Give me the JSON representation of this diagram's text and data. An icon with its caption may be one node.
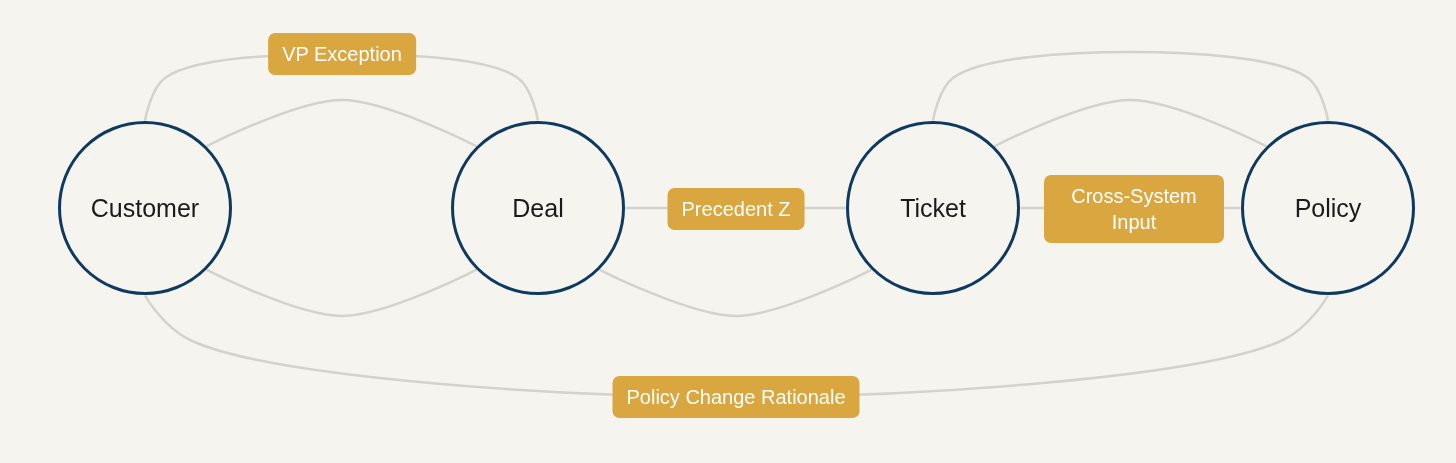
{
  "diagram": {
    "nodes": [
      {
        "text": [
          "Customer"
        ]
      },
      {
        "text": [
          "Deal"
        ]
      },
      {
        "text": [
          "Ticket"
        ]
      },
      {
        "text": [
          "Policy"
        ]
      }
    ],
    "edges": [
      {
        "from": 0,
        "to": 1,
        "arrow": "none",
        "label": "VP Exception"
      },
      {
        "from": 0,
        "to": 1,
        "arrow": "none"
      },
      {
        "from": 0,
        "to": 1,
        "arrow": "none"
      },
      {
        "from": 1,
        "to": 2,
        "arrow": "none",
        "label": "Precedent Z"
      },
      {
        "from": 1,
        "to": 2,
        "arrow": "none"
      },
      {
        "from": 2,
        "to": 3,
        "arrow": "none"
      },
      {
        "from": 2,
        "to": 3,
        "arrow": "none"
      },
      {
        "from": 2,
        "to": 3,
        "arrow": "none",
        "label": "Cross-System Input"
      },
      {
        "from": 0,
        "to": 3,
        "arrow": "none",
        "label": "Policy Change Rationale"
      }
    ]
  }
}
